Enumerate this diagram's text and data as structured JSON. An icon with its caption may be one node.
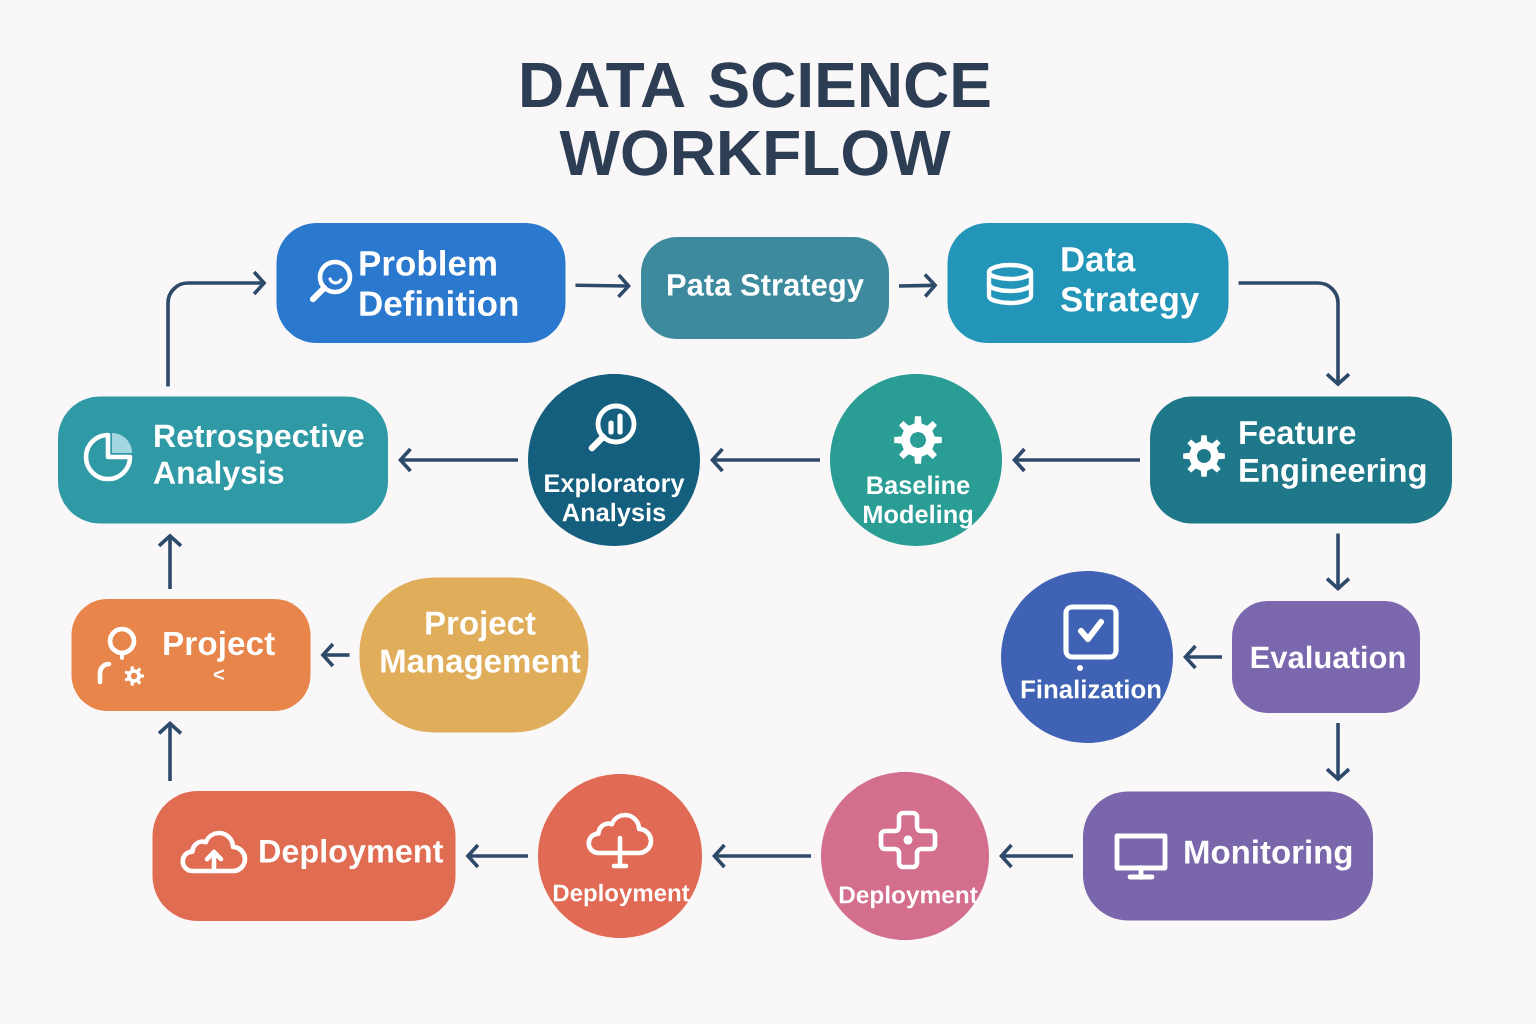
{
  "diagram": {
    "title": "DATA SCIENCE WORKFLOW",
    "nodes": [
      {
        "text": [
          "Problem Definition"
        ]
      },
      {
        "text": [
          "Pata Strategy"
        ]
      },
      {
        "text": [
          "Data Strategy"
        ]
      },
      {
        "text": [
          "Retrospective Analysis"
        ]
      },
      {
        "text": [
          "Exploratory Analysis"
        ]
      },
      {
        "text": [
          "Baseline Modeling"
        ]
      },
      {
        "text": [
          "Feature Engineering"
        ]
      },
      {
        "text": [
          "Project",
          "<"
        ]
      },
      {
        "text": [
          "Project Management"
        ]
      },
      {
        "text": [
          "Finalization"
        ]
      },
      {
        "text": [
          "Evaluation"
        ]
      },
      {
        "text": [
          "Deployment"
        ]
      },
      {
        "text": [
          "Deployment"
        ]
      },
      {
        "text": [
          "Deployment"
        ]
      },
      {
        "text": [
          "Monitoring"
        ]
      }
    ],
    "edges": [
      {
        "from": 3,
        "to": 0,
        "arrow": "to"
      },
      {
        "from": 0,
        "to": 1,
        "arrow": "to"
      },
      {
        "from": 1,
        "to": 2,
        "arrow": "to"
      },
      {
        "from": 2,
        "to": 6,
        "arrow": "to"
      },
      {
        "from": 6,
        "to": 5,
        "arrow": "to"
      },
      {
        "from": 5,
        "to": 4,
        "arrow": "to"
      },
      {
        "from": 4,
        "to": 3,
        "arrow": "to"
      },
      {
        "from": 6,
        "to": 10,
        "arrow": "to"
      },
      {
        "from": 10,
        "to": 9,
        "arrow": "to"
      },
      {
        "from": 10,
        "to": 14,
        "arrow": "to"
      },
      {
        "from": 14,
        "to": 13,
        "arrow": "to"
      },
      {
        "from": 13,
        "to": 12,
        "arrow": "to"
      },
      {
        "from": 12,
        "to": 11,
        "arrow": "to"
      },
      {
        "from": 11,
        "to": 7,
        "arrow": "to"
      },
      {
        "from": 8,
        "to": 7,
        "arrow": "to"
      },
      {
        "from": 7,
        "to": 3,
        "arrow": "to"
      }
    ]
  }
}
